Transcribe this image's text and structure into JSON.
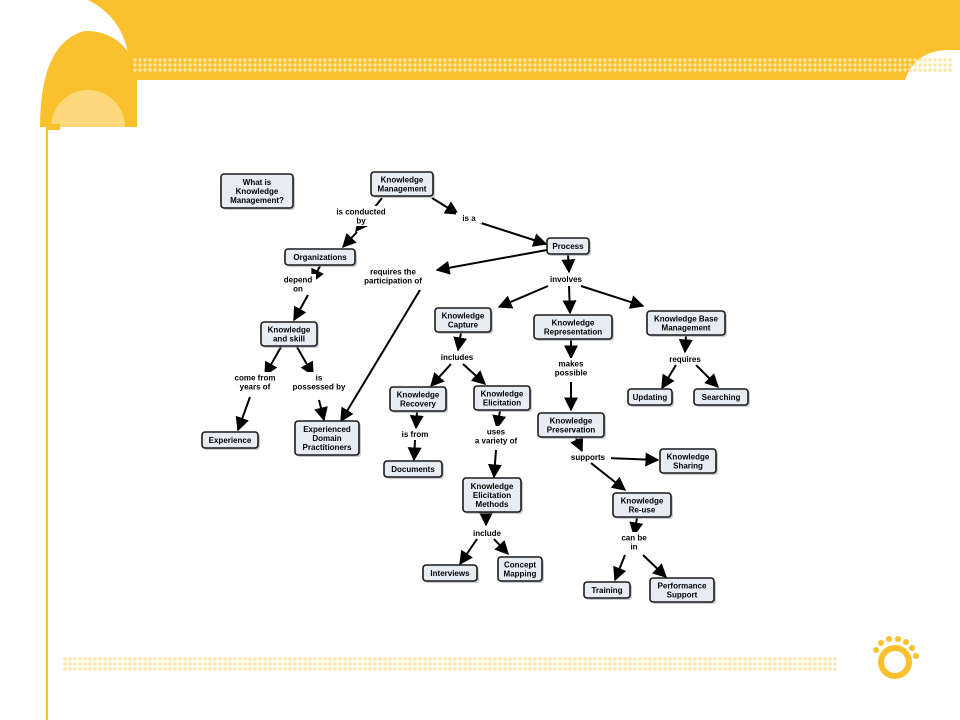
{
  "theme": {
    "accent": "#FBC02D",
    "accent_light": "#FDD87A",
    "dot": "#FCE7A6",
    "node_fill": "#e8edf3",
    "node_stroke": "#1a1a1a"
  },
  "logo": {
    "icon": "sun-footprint-logo-icon"
  },
  "diagram": {
    "nodes": [
      {
        "id": "what_is",
        "label": [
          "What is",
          "Knowledge",
          "Management?"
        ]
      },
      {
        "id": "km",
        "label": [
          "Knowledge",
          "Management"
        ]
      },
      {
        "id": "organizations",
        "label": [
          "Organizations"
        ]
      },
      {
        "id": "process",
        "label": [
          "Process"
        ]
      },
      {
        "id": "knowledge_skill",
        "label": [
          "Knowledge",
          "and skill"
        ]
      },
      {
        "id": "experience",
        "label": [
          "Experience"
        ]
      },
      {
        "id": "practitioners",
        "label": [
          "Experienced",
          "Domain",
          "Practitioners"
        ]
      },
      {
        "id": "capture",
        "label": [
          "Knowledge",
          "Capture"
        ]
      },
      {
        "id": "representation",
        "label": [
          "Knowledge",
          "Representation"
        ]
      },
      {
        "id": "kbm",
        "label": [
          "Knowledge Base",
          "Management"
        ]
      },
      {
        "id": "recovery",
        "label": [
          "Knowledge",
          "Recovery"
        ]
      },
      {
        "id": "elicitation",
        "label": [
          "Knowledge",
          "Elicitation"
        ]
      },
      {
        "id": "documents",
        "label": [
          "Documents"
        ]
      },
      {
        "id": "preservation",
        "label": [
          "Knowledge",
          "Preservation"
        ]
      },
      {
        "id": "updating",
        "label": [
          "Updating"
        ]
      },
      {
        "id": "searching",
        "label": [
          "Searching"
        ]
      },
      {
        "id": "sharing",
        "label": [
          "Knowledge",
          "Sharing"
        ]
      },
      {
        "id": "methods",
        "label": [
          "Knowledge",
          "Elicitation",
          "Methods"
        ]
      },
      {
        "id": "reuse",
        "label": [
          "Knowledge",
          "Re-use"
        ]
      },
      {
        "id": "interviews",
        "label": [
          "Interviews"
        ]
      },
      {
        "id": "concept_mapping",
        "label": [
          "Concept",
          "Mapping"
        ]
      },
      {
        "id": "training",
        "label": [
          "Training"
        ]
      },
      {
        "id": "perf_support",
        "label": [
          "Performance",
          "Support"
        ]
      }
    ],
    "link_labels": [
      {
        "id": "conducted_by",
        "label": [
          "is conducted",
          "by"
        ]
      },
      {
        "id": "is_a",
        "label": [
          "is a"
        ]
      },
      {
        "id": "depend_on",
        "label": [
          "depend",
          "on"
        ]
      },
      {
        "id": "requires_participation",
        "label": [
          "requires the",
          "participation of"
        ]
      },
      {
        "id": "involves",
        "label": [
          "involves"
        ]
      },
      {
        "id": "come_from",
        "label": [
          "come from",
          "years of"
        ]
      },
      {
        "id": "possessed_by",
        "label": [
          "is",
          "possessed by"
        ]
      },
      {
        "id": "includes",
        "label": [
          "includes"
        ]
      },
      {
        "id": "makes_possible",
        "label": [
          "makes",
          "possible"
        ]
      },
      {
        "id": "requires",
        "label": [
          "requires"
        ]
      },
      {
        "id": "is_from",
        "label": [
          "is from"
        ]
      },
      {
        "id": "uses_variety",
        "label": [
          "uses",
          "a variety of"
        ]
      },
      {
        "id": "supports",
        "label": [
          "supports"
        ]
      },
      {
        "id": "include",
        "label": [
          "include"
        ]
      },
      {
        "id": "can_be_in",
        "label": [
          "can be",
          "in"
        ]
      }
    ]
  }
}
